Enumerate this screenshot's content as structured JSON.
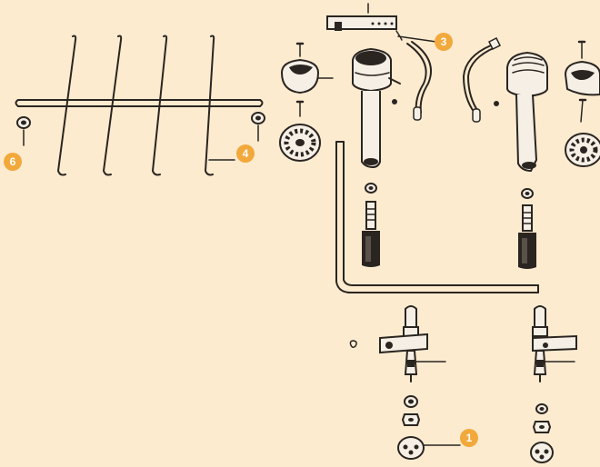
{
  "background_color": "#fdebd0",
  "callout_color": "#f2a93b",
  "callouts": [
    {
      "id": "callout-1",
      "label": "1"
    },
    {
      "id": "callout-3",
      "label": "3"
    },
    {
      "id": "callout-4",
      "label": "4"
    },
    {
      "id": "callout-6",
      "label": "6"
    }
  ],
  "parts": [
    "grate-rack",
    "burner-cap-left",
    "burner-head-left",
    "burner-tube-left",
    "burner-tube-right",
    "burner-cap-right",
    "burner-head-right",
    "bracket-plate",
    "flex-hose-left",
    "flex-hose-right",
    "gas-pipe",
    "valve-left",
    "valve-right",
    "knob-left",
    "knob-right"
  ]
}
